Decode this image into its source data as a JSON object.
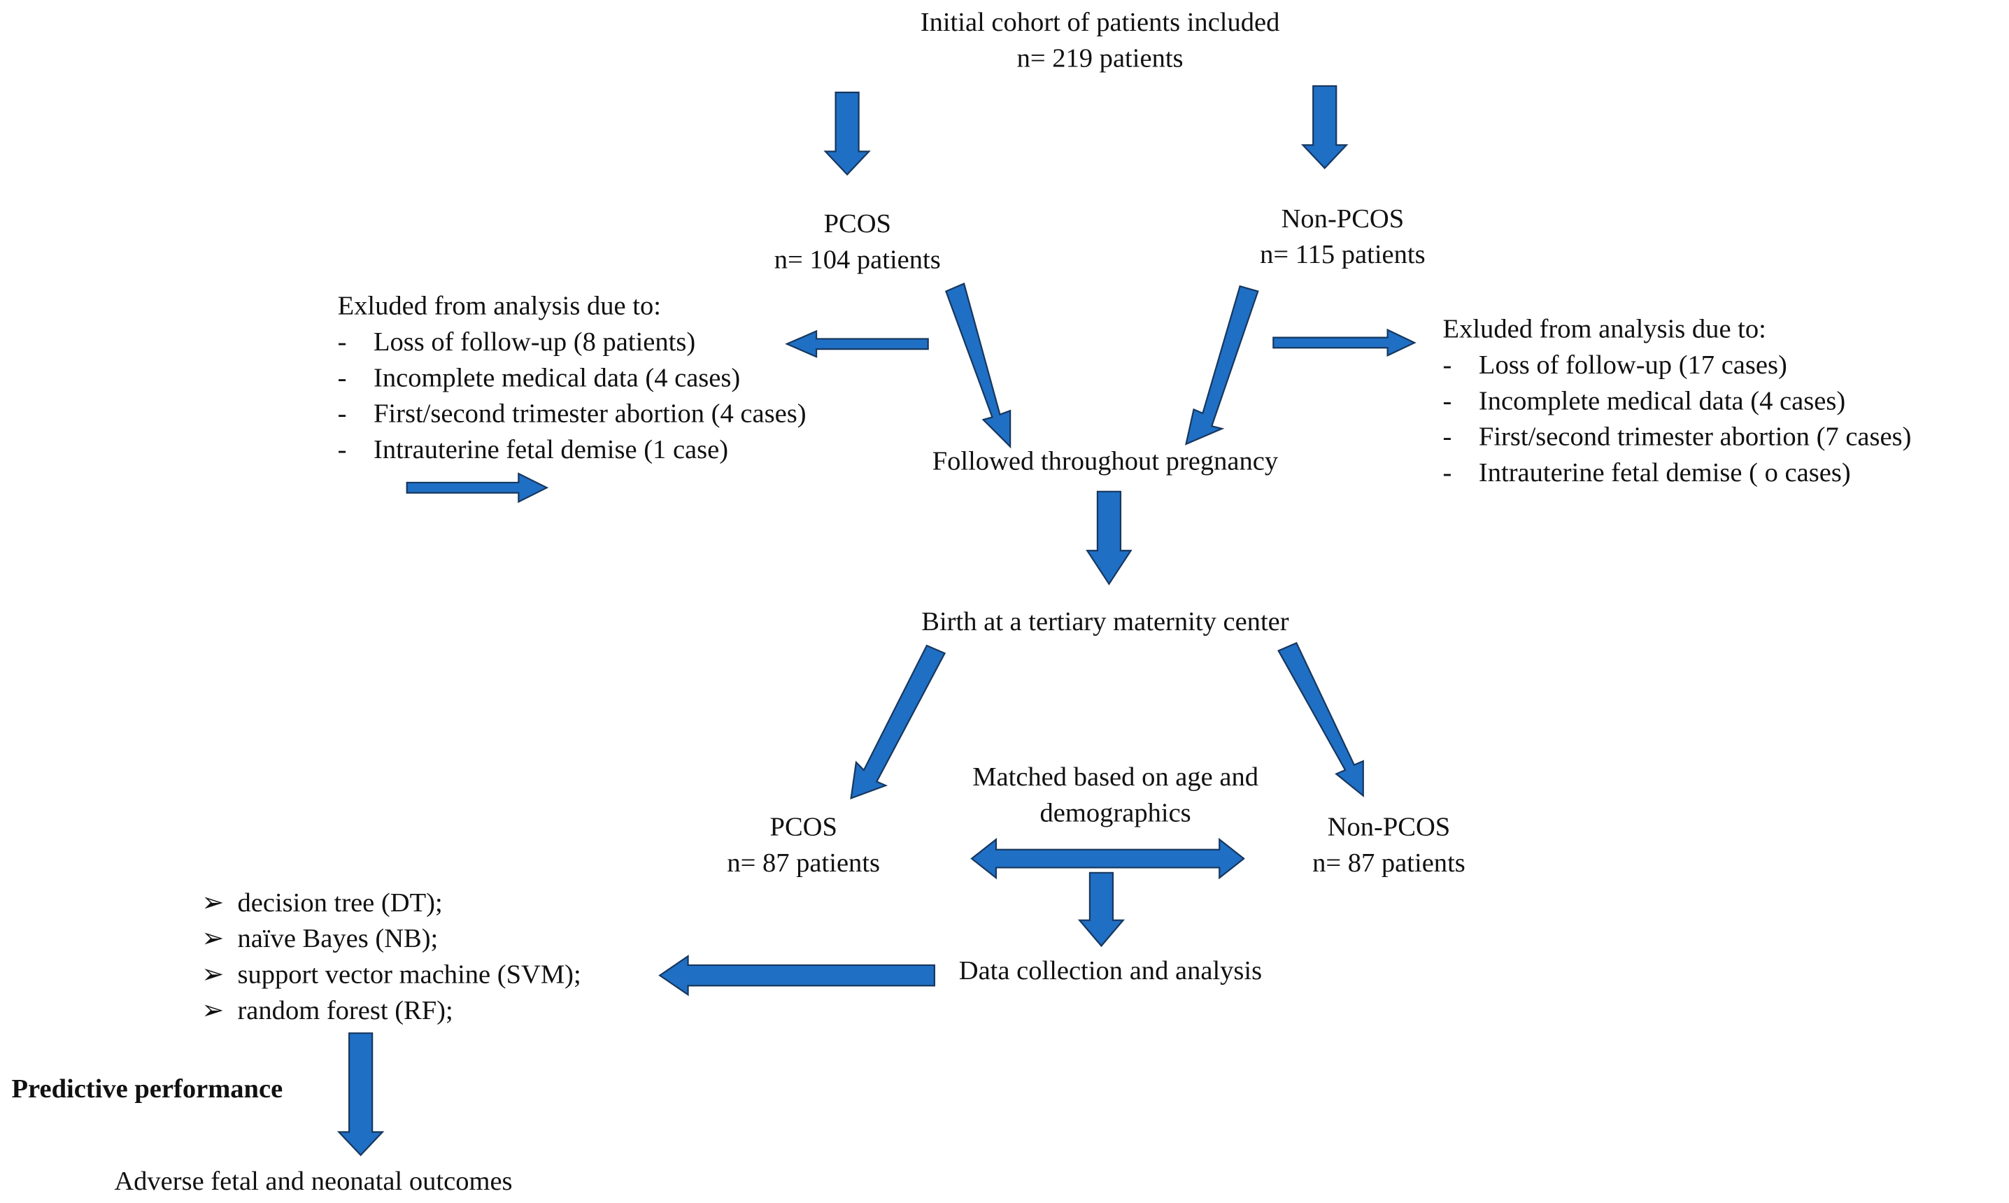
{
  "initial": {
    "line1": "Initial cohort of patients included",
    "line2": "n= 219 patients"
  },
  "pcos_top": {
    "line1": "PCOS",
    "line2": "n= 104 patients"
  },
  "nonpcos_top": {
    "line1": "Non-PCOS",
    "line2": "n= 115 patients"
  },
  "excluded_left": {
    "heading": "Exluded from analysis due to:",
    "marker": "-",
    "items": [
      "Loss of follow-up (8 patients)",
      "Incomplete medical data (4 cases)",
      "First/second trimester abortion (4 cases)",
      "Intrauterine fetal demise (1 case)"
    ]
  },
  "excluded_right": {
    "heading": "Exluded from analysis due to:",
    "marker": "-",
    "items": [
      "Loss of follow-up (17 cases)",
      "Incomplete medical data (4 cases)",
      "First/second trimester abortion (7 cases)",
      "Intrauterine fetal demise ( o cases)"
    ]
  },
  "followed": "Followed throughout pregnancy",
  "birth": "Birth at a tertiary maternity center",
  "matched": {
    "line1": "Matched based on age and",
    "line2": "demographics"
  },
  "pcos_bottom": {
    "line1": "PCOS",
    "line2": "n= 87 patients"
  },
  "nonpcos_bottom": {
    "line1": "Non-PCOS",
    "line2": "n= 87 patients"
  },
  "data_collection": "Data collection and analysis",
  "models": {
    "marker": "➢",
    "items": [
      "decision tree (DT);",
      "naïve Bayes (NB);",
      "support vector machine (SVM);",
      "random forest (RF);"
    ]
  },
  "predictive": "Predictive performance",
  "adverse": "Adverse fetal and neonatal outcomes",
  "colors": {
    "arrow_fill": "#1f6fc5",
    "arrow_stroke": "#17375e",
    "text": "#111111"
  }
}
